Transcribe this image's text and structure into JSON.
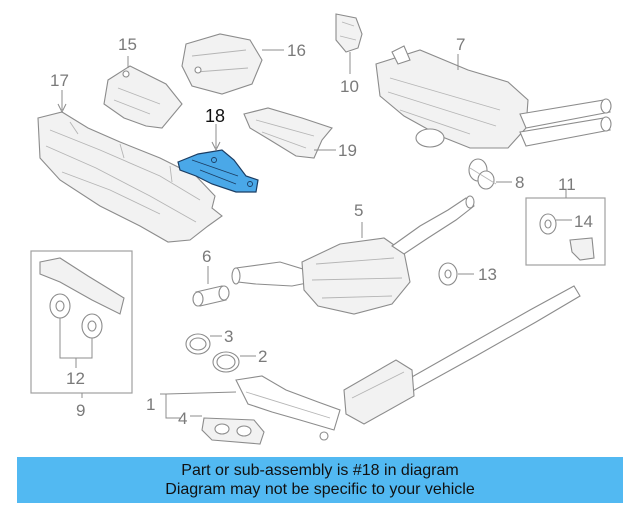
{
  "callouts": {
    "c1": "1",
    "c2": "2",
    "c3": "3",
    "c4": "4",
    "c5": "5",
    "c6": "6",
    "c7": "7",
    "c8": "8",
    "c9": "9",
    "c10": "10",
    "c11": "11",
    "c12": "12",
    "c13": "13",
    "c14": "14",
    "c15": "15",
    "c16": "16",
    "c17": "17",
    "c18": "18",
    "c19": "19"
  },
  "highlighted_part": "18",
  "colors": {
    "highlight": "#4aa8e8",
    "banner": "#52b9f2",
    "line": "#8c8c8c"
  },
  "banner": {
    "line1": "Part or sub-assembly is #18 in diagram",
    "line2": "Diagram may not be specific to your vehicle"
  }
}
